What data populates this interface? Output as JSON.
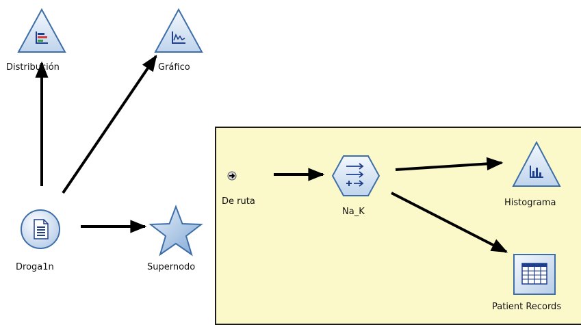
{
  "colors": {
    "canvas_bg": "#ffffff",
    "supernode_bg": "#fbf9c9",
    "node_fill": "#dbe7f5",
    "node_stroke": "#3d6ea7",
    "icon_blue": "#1f3f8c",
    "arrow": "#000000"
  },
  "nodes": {
    "distribucion": {
      "label": "Distribución",
      "icon": "distribution-icon"
    },
    "grafico": {
      "label": "Gráfico",
      "icon": "plot-icon"
    },
    "droga": {
      "label": "Droga1n",
      "icon": "source-file-icon"
    },
    "supernodo": {
      "label": "Supernodo",
      "icon": "supernode-star-icon"
    },
    "de_ruta": {
      "label": "De ruta",
      "icon": "connector-input-icon"
    },
    "na_k": {
      "label": "Na_K",
      "icon": "derive-icon"
    },
    "histograma": {
      "label": "Histograma",
      "icon": "histogram-icon"
    },
    "patient_records": {
      "label": "Patient Records",
      "icon": "table-icon"
    }
  }
}
